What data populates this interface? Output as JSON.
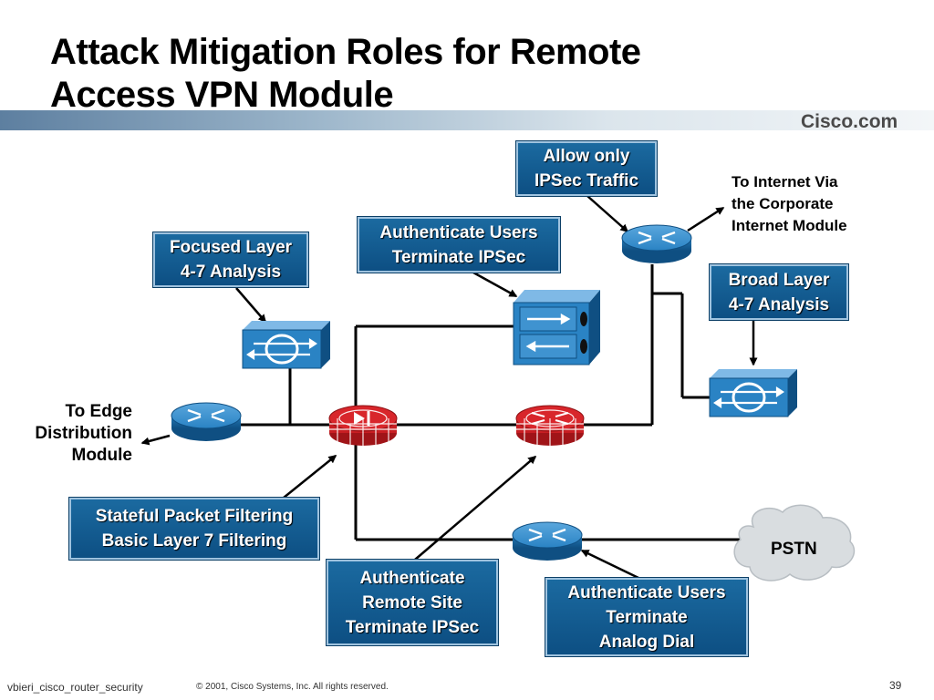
{
  "title": {
    "line1": "Attack Mitigation Roles for Remote",
    "line2": "Access VPN Module"
  },
  "brand": {
    "logo_text": "Cisco.com"
  },
  "labels": {
    "allow_ipsec": [
      "Allow only",
      "IPSec Traffic"
    ],
    "auth_vpn": [
      "Authenticate Users",
      "Terminate IPSec"
    ],
    "focused_ids": [
      "Focused Layer",
      "4-7 Analysis"
    ],
    "broad_ids": [
      "Broad Layer",
      "4-7 Analysis"
    ],
    "stateful": [
      "Stateful Packet Filtering",
      "Basic Layer 7 Filtering"
    ],
    "auth_remote": [
      "Authenticate",
      "Remote Site",
      "Terminate IPSec"
    ],
    "auth_dial": [
      "Authenticate Users",
      "Terminate",
      "Analog Dial"
    ]
  },
  "plain_text": {
    "to_internet": [
      "To Internet Via",
      "the Corporate",
      "Internet Module"
    ],
    "to_edge": [
      "To Edge",
      "Distribution",
      "Module"
    ],
    "pstn": "PSTN"
  },
  "footer": {
    "left": "vbieri_cisco_router_security",
    "center": "© 2001, Cisco Systems, Inc. All rights reserved.",
    "page": "39"
  },
  "colors": {
    "label_fill": "#0d5a8f",
    "device_blue": "#2a83c4",
    "firewall_red": "#d8262b",
    "cloud": "#d9dde0"
  },
  "icons": {
    "router": "router-icon",
    "ids": "ids-sensor-icon",
    "firewall": "firewall-icon",
    "vpn": "vpn-concentrator-icon",
    "cloud": "pstn-cloud-icon"
  }
}
